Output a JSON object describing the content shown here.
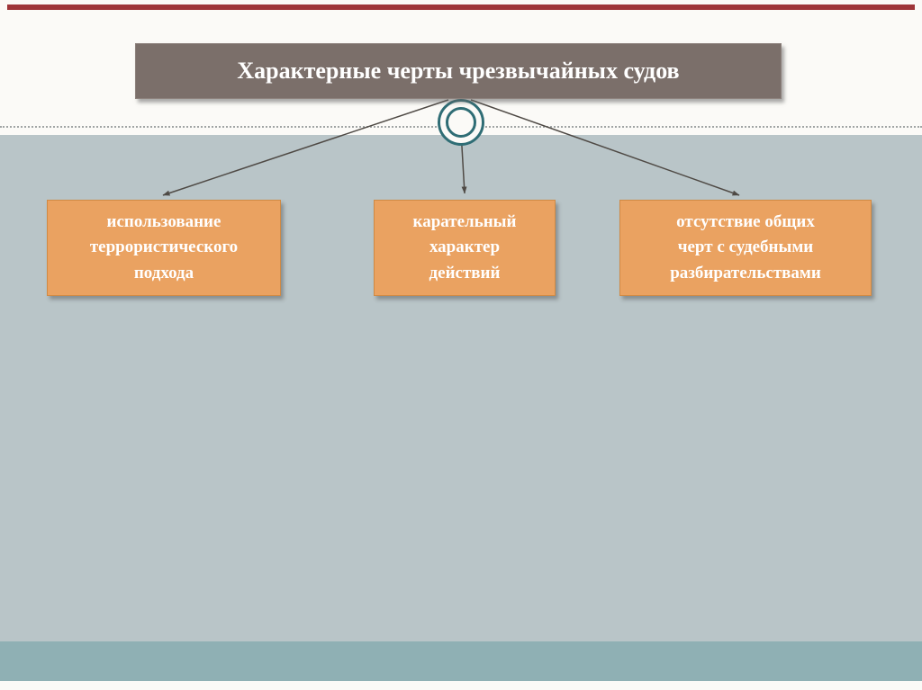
{
  "diagram": {
    "type": "tree",
    "root": {
      "label": "Характерные черты чрезвычайных судов"
    },
    "children": [
      {
        "label": "использование\nтеррористического\nподхода"
      },
      {
        "label": "карательный\nхарактер\nдействий"
      },
      {
        "label": "отсутствие общих\nчерт с судебными\nразбирательствами"
      }
    ]
  },
  "colors": {
    "top_accent_bar": "#9e3539",
    "canvas_white": "#fbfaf7",
    "main_background": "#b9c5c8",
    "bottom_band": "#8fb0b4",
    "root_node_fill": "#7b6f6a",
    "child_node_fill": "#eaa261",
    "child_node_border": "#d08a44",
    "connector_line": "#4f4a45",
    "hub_ring": "#2f6d75",
    "text": "#ffffff"
  }
}
